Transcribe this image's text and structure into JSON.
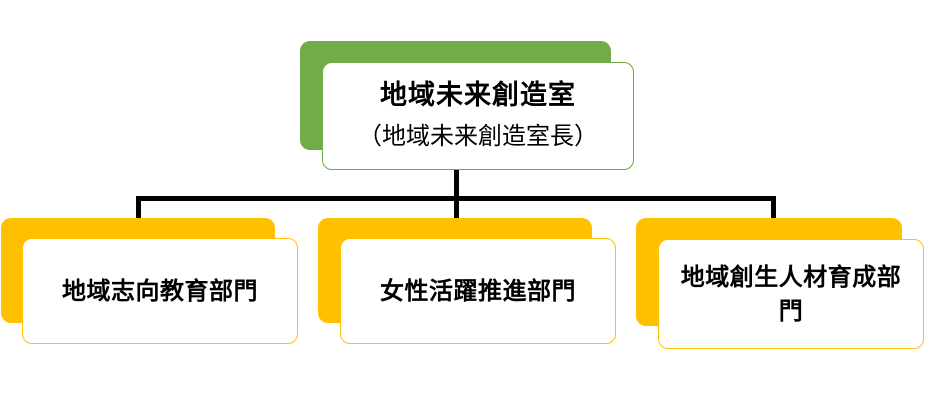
{
  "root": {
    "title": "地域未来創造室",
    "subtitle": "（地域未来創造室長）"
  },
  "children": [
    {
      "label": "地域志向教育部門"
    },
    {
      "label": "女性活躍推進部門"
    },
    {
      "label": "地域創生人材育成部門"
    }
  ],
  "colors": {
    "root_accent": "#70ad47",
    "child_accent": "#ffc000",
    "connector": "#000000"
  }
}
